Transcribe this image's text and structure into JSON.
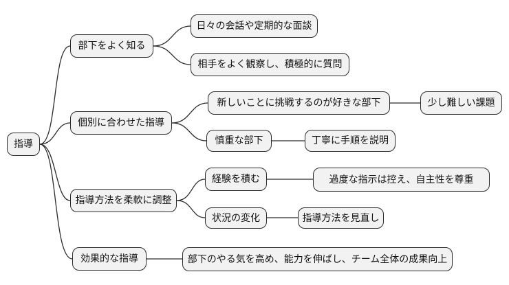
{
  "mindmap": {
    "root": {
      "label": "指導"
    },
    "branches": [
      {
        "label": "部下をよく知る",
        "children": [
          {
            "label": "日々の会話や定期的な面談"
          },
          {
            "label": "相手をよく観察し、積極的に質問"
          }
        ]
      },
      {
        "label": "個別に合わせた指導",
        "children": [
          {
            "label": "新しいことに挑戦するのが好きな部下",
            "children": [
              {
                "label": "少し難しい課題"
              }
            ]
          },
          {
            "label": "慎重な部下",
            "children": [
              {
                "label": "丁寧に手順を説明"
              }
            ]
          }
        ]
      },
      {
        "label": "指導方法を柔軟に調整",
        "children": [
          {
            "label": "経験を積む",
            "children": [
              {
                "label": "過度な指示は控え、自主性を尊重"
              }
            ]
          },
          {
            "label": "状況の変化",
            "children": [
              {
                "label": "指導方法を見直し"
              }
            ]
          }
        ]
      },
      {
        "label": "効果的な指導",
        "children": [
          {
            "label": "部下のやる気を高め、能力を伸ばし、チーム全体の成果向上"
          }
        ]
      }
    ],
    "colors": {
      "background": "#ffffff",
      "node_fill": "#f2f2f2",
      "node_border": "#2b2b2b",
      "connector": "#2b2b2b",
      "text": "#111111"
    }
  }
}
